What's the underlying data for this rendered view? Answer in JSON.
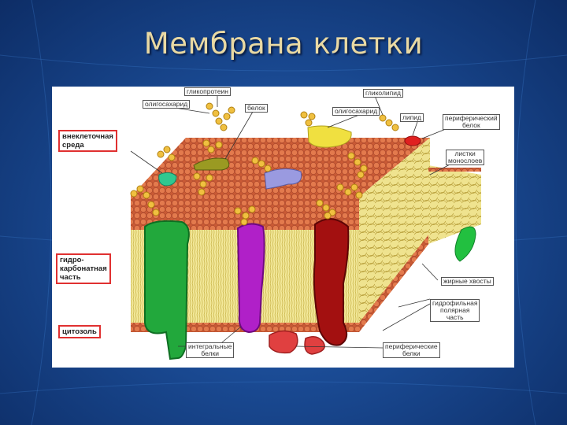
{
  "slide": {
    "title": "Мембрана клетки"
  },
  "labels": {
    "glycoprotein": "гликопротеин",
    "oligosaccharide_left": "олигосахарид",
    "protein": "белок",
    "glycolipid": "гликолипид",
    "oligosaccharide_right": "олигосахарид",
    "lipid": "липид",
    "peripheral_protein_top": [
      "периферический",
      "белок"
    ],
    "extracellular": [
      "внеклеточная",
      "среда"
    ],
    "monolayer_leaflets": [
      "листки",
      "монослоев"
    ],
    "hydrocarbon_part": [
      "гидро-",
      "карбонатная",
      "часть"
    ],
    "fatty_tails": "жирные хвосты",
    "hydrophilic_polar": [
      "гидрофильная",
      "полярная",
      "часть"
    ],
    "cytosol": "цитозоль",
    "integral_proteins": [
      "интегральные",
      "белки"
    ],
    "peripheral_proteins_bottom": [
      "периферические",
      "белки"
    ]
  },
  "colors": {
    "background": "#1a4a93",
    "title": "#e9d9a3",
    "lipid_heads": "#e0734a",
    "lipid_tails": "#eee08a",
    "protein_green": "#22a83c",
    "protein_purple": "#b020c8",
    "protein_darkred": "#a31010",
    "protein_yellow": "#f0e040",
    "protein_olive": "#9a9a22",
    "protein_lavender": "#9a9ae0",
    "protein_teal": "#30c890",
    "peripheral_red": "#e04040",
    "sugar_beads": "#f0c040",
    "label_border_red": "#e03030"
  }
}
